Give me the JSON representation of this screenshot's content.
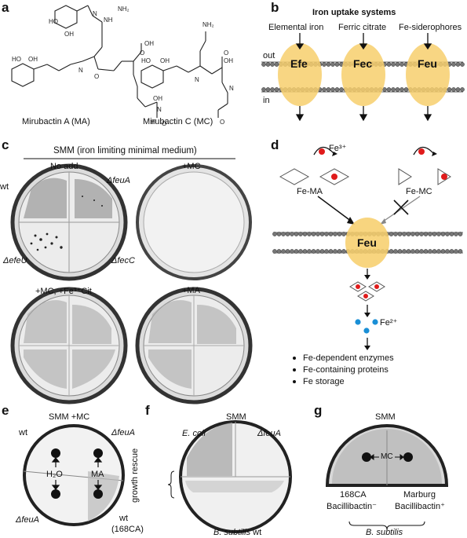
{
  "panels": {
    "a": {
      "label": "a",
      "mol1_name": "Mirubactin A (MA)",
      "mol2_name": "Mirubactin C (MC)"
    },
    "b": {
      "label": "b",
      "title": "Iron uptake systems",
      "sources": [
        "Elemental iron",
        "Ferric citrate",
        "Fe-siderophores"
      ],
      "systems": [
        "Efe",
        "Fec",
        "Feu"
      ],
      "out_label": "out",
      "in_label": "in"
    },
    "c": {
      "label": "c",
      "title": "SMM (iron limiting minimal medium)",
      "conditions": [
        "No add",
        "+MC",
        "+MC, +Fe³⁺Cit",
        "+MA"
      ],
      "strains": {
        "wt": "wt",
        "feuA": "ΔfeuA",
        "efeU": "ΔefeU",
        "fecC": "ΔfecC"
      }
    },
    "d": {
      "label": "d",
      "fe3": "Fe³⁺",
      "fe_ma": "Fe-MA",
      "fe_mc": "Fe-MC",
      "transporter": "Feu",
      "fe2": "Fe²⁺",
      "bullets": [
        "Fe-dependent enzymes",
        "Fe-containing proteins",
        "Fe storage"
      ]
    },
    "e": {
      "label": "e",
      "title": "SMM +MC",
      "wt": "wt",
      "feuA_top": "ΔfeuA",
      "feuA_bottom": "ΔfeuA",
      "h2o": "H₂O",
      "ma": "MA",
      "wt168": "wt",
      "wt168_sub": "(168CA)"
    },
    "f": {
      "label": "f",
      "title": "SMM",
      "ecoli": "E. coli",
      "feuA": "ΔfeuA",
      "rescue": "growth rescue",
      "bsub": "B. subtilis",
      "wt": "wt"
    },
    "g": {
      "label": "g",
      "title": "SMM",
      "mc": "MC",
      "strain1": "168CA",
      "strain1_sub": "Bacillibactin⁻",
      "strain2": "Marburg",
      "strain2_sub": "Bacillibactin⁺",
      "species": "B. subtilis"
    }
  }
}
